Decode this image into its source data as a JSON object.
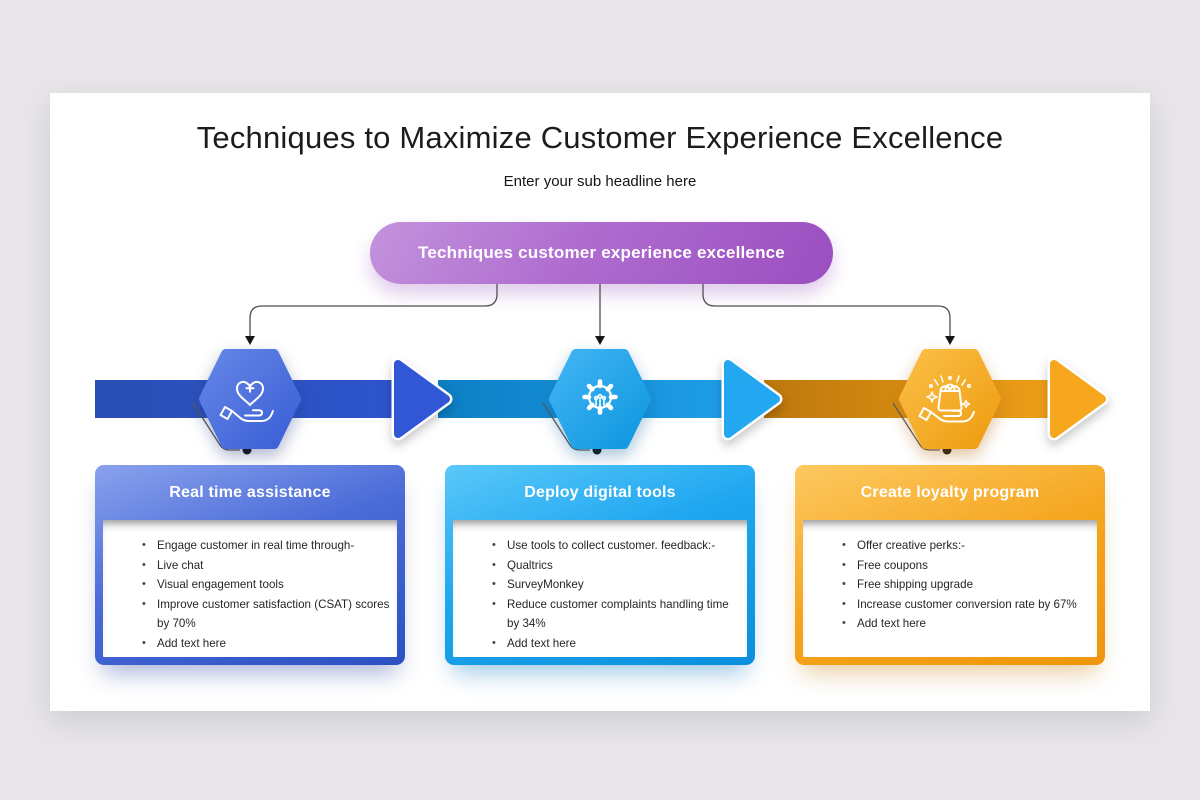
{
  "header": {
    "title": "Techniques to Maximize Customer Experience Excellence",
    "subtitle": "Enter your sub headline here"
  },
  "banner": {
    "label": "Techniques customer experience excellence"
  },
  "steps": [
    {
      "icon": "hand-heart-care-icon",
      "accent": "#2e55c8",
      "card_title": "Real time assistance",
      "bullets": [
        "Engage customer in real time through-",
        "Live chat",
        "Visual engagement tools",
        "Improve customer satisfaction (CSAT) scores by 70%",
        "Add text here"
      ]
    },
    {
      "icon": "digital-gear-icon",
      "accent": "#189ce4",
      "card_title": "Deploy digital tools",
      "bullets": [
        "Use tools to collect customer. feedback:-",
        "Qualtrics",
        "SurveyMonkey",
        "Reduce customer complaints handling time by 34%",
        "Add text here"
      ]
    },
    {
      "icon": "hand-gift-loyalty-icon",
      "accent": "#f09c12",
      "card_title": "Create loyalty program",
      "bullets": [
        "Offer creative perks:-",
        "Free coupons",
        "Free shipping upgrade",
        "Increase customer conversion rate by 67%",
        "Add text here"
      ]
    }
  ],
  "colors": {
    "page_background": "#e8e6e9",
    "banner_gradient_start": "#c393dd",
    "banner_gradient_end": "#9a4ec0",
    "step1_band": "#2a51bd",
    "step2_band": "#1b91d6",
    "step3_band": "#e09014",
    "connector_line": "#4f4f4f"
  }
}
